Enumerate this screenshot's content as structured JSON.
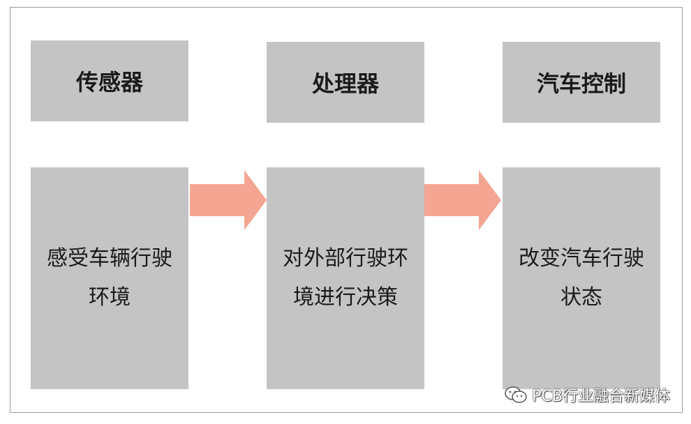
{
  "stages": [
    {
      "header": "传感器",
      "description": "感受车辆行驶环境"
    },
    {
      "header": "处理器",
      "description": "对外部行驶环境进行决策"
    },
    {
      "header": "汽车控制",
      "description": "改变汽车行驶状态"
    }
  ],
  "watermark": "PCB行业融合新媒体",
  "colors": {
    "box": "#c4c4c4",
    "arrow": "#f4a693",
    "border": "#9a9a9a"
  }
}
